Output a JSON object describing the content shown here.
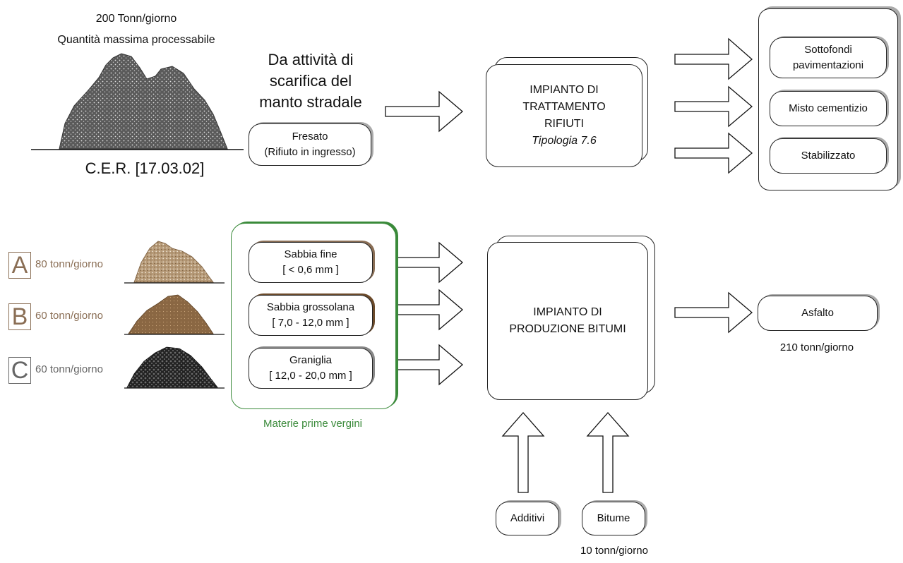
{
  "input": {
    "capacity": "200 Tonn/giorno",
    "capacity_desc": "Quantità massima processabile",
    "cer_code": "C.E.R. [17.03.02]",
    "source_line1": "Da attività di",
    "source_line2": "scarifica del",
    "source_line3": "manto stradale",
    "fresato_line1": "Fresato",
    "fresato_line2": "(Rifiuto in ingresso)"
  },
  "waste_plant": {
    "line1": "IMPIANTO DI",
    "line2": "TRATTAMENTO",
    "line3": "RIFIUTI",
    "type": "Tipologia 7.6"
  },
  "outputs": [
    {
      "line1": "Sottofondi",
      "line2": "pavimentazioni"
    },
    {
      "line1": "Misto cementizio",
      "line2": ""
    },
    {
      "line1": "Stabilizzato",
      "line2": ""
    }
  ],
  "materials": [
    {
      "letter": "A",
      "rate": "80 tonn/giorno",
      "name": "Sabbia fine",
      "size": "[ < 0,6 mm ]",
      "color": "#8a6e55"
    },
    {
      "letter": "B",
      "rate": "60 tonn/giorno",
      "name": "Sabbia grossolana",
      "size": "[ 7,0 - 12,0 mm ]",
      "color": "#8a6e55"
    },
    {
      "letter": "C",
      "rate": "60 tonn/giorno",
      "name": "Graniglia",
      "size": "[ 12,0 - 20,0 mm ]",
      "color": "#555555"
    }
  ],
  "materials_group_label": "Materie prime vergini",
  "materials_group_color": "#3a8a3a",
  "bitumen_plant": {
    "line1": "IMPIANTO DI",
    "line2": "PRODUZIONE BITUMI"
  },
  "product": {
    "name": "Asfalto",
    "rate": "210 tonn/giorno"
  },
  "additives": {
    "additivi": "Additivi",
    "bitume": "Bitume",
    "bitume_rate": "10 tonn/giorno"
  }
}
